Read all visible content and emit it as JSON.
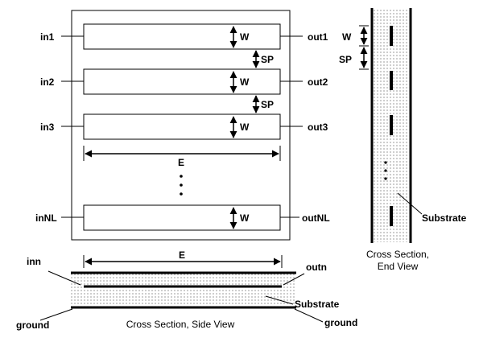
{
  "top_view": {
    "ports_in": [
      "in1",
      "in2",
      "in3",
      "inNL"
    ],
    "ports_out": [
      "out1",
      "out2",
      "out3",
      "outNL"
    ],
    "width_label": "W",
    "spacing_label": "SP",
    "length_label": "E"
  },
  "end_view": {
    "width_label": "W",
    "spacing_label": "SP",
    "substrate_label": "Substrate",
    "caption_line1": "Cross Section,",
    "caption_line2": "End View"
  },
  "side_view": {
    "in_label": "inn",
    "out_label": "outn",
    "length_label": "E",
    "substrate_label": "Substrate",
    "ground_left": "ground",
    "ground_right": "ground",
    "caption": "Cross Section, Side View"
  },
  "colors": {
    "ink": "#000000",
    "fill": "#ffffff",
    "substrate_dots": "#555555"
  }
}
